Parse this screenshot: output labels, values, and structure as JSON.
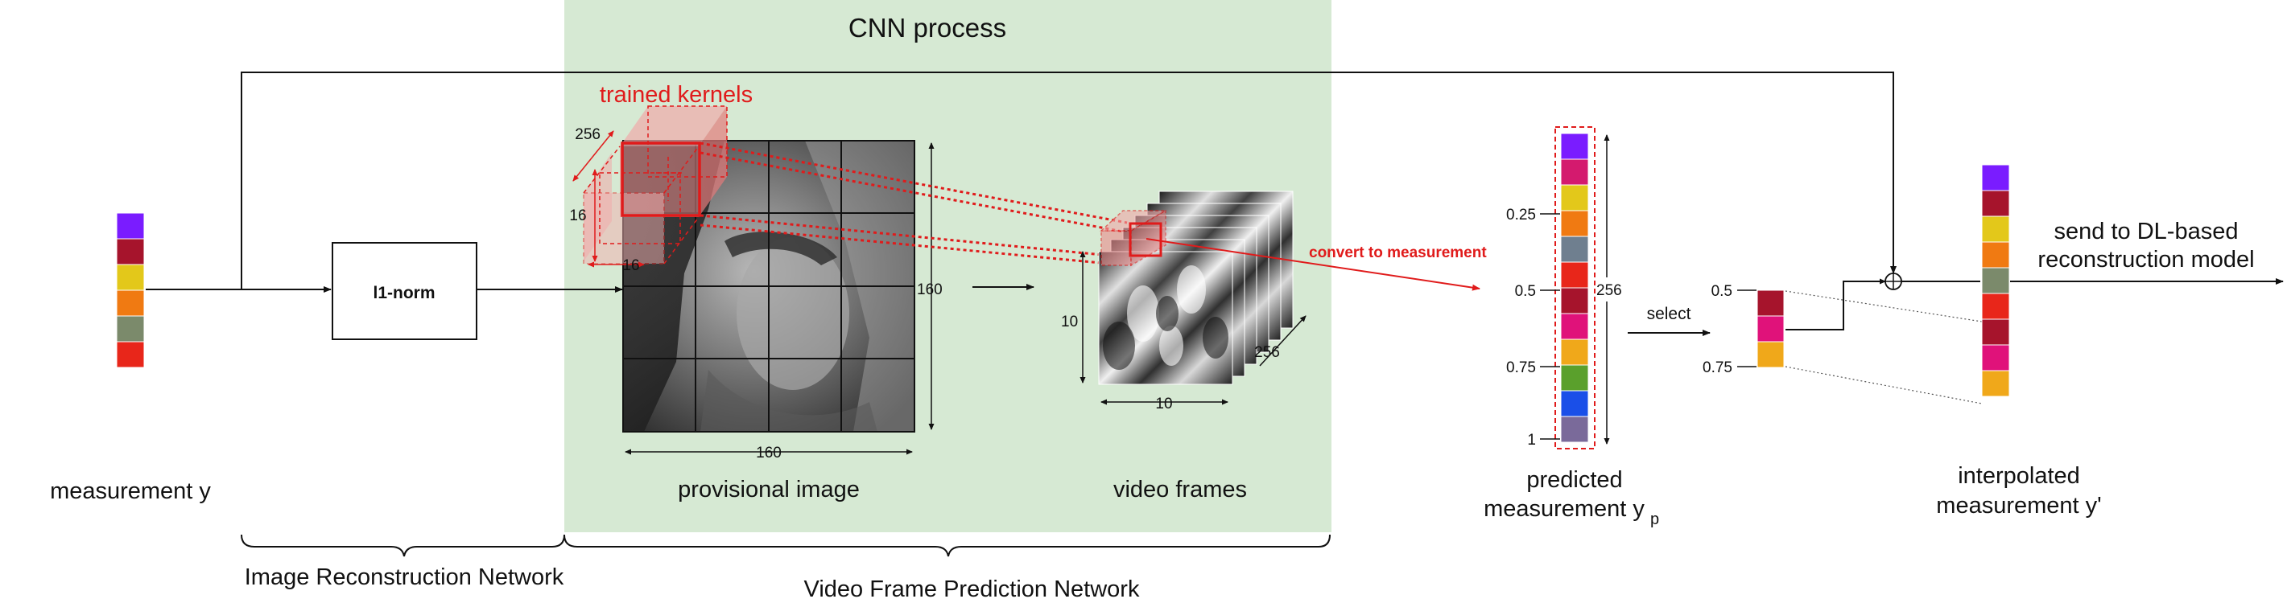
{
  "cnn_panel": {
    "title": "CNN process",
    "bg": "#d6e9d3"
  },
  "measurement": {
    "label": "measurement y",
    "colors": [
      "#7a1cff",
      "#a6142c",
      "#e3c81a",
      "#f07a12",
      "#7b8a6b",
      "#e8261a"
    ]
  },
  "l1norm": {
    "label": "l1-norm"
  },
  "provisional": {
    "label": "provisional image",
    "dim_right": "160",
    "dim_bottom": "160"
  },
  "kernels": {
    "label": "trained kernels",
    "dim_256": "256",
    "dim_16a": "16",
    "dim_16b": "16"
  },
  "video": {
    "label": "video frames",
    "dim_left": "10",
    "dim_bottom": "10",
    "dim_depth": "256"
  },
  "convert": {
    "label": "convert to measurement"
  },
  "predicted": {
    "label_line1": "predicted",
    "label_line2": "measurement y",
    "label_sub": "p",
    "dim": "256",
    "ticks": [
      "0.25",
      "0.5",
      "0.75",
      "1"
    ],
    "colors": [
      "#7a1cff",
      "#d41a6e",
      "#e3c81a",
      "#f07a12",
      "#6f7f8f",
      "#e8261a",
      "#a6142c",
      "#e0127a",
      "#f0a81a",
      "#5aa02c",
      "#1a4fe8",
      "#7a6a9a"
    ]
  },
  "select": {
    "label": "select"
  },
  "selected": {
    "ticks": [
      "0.5",
      "0.75"
    ],
    "colors": [
      "#a6142c",
      "#e0127a",
      "#f0a81a"
    ]
  },
  "interpolated": {
    "label_line1": "interpolated",
    "label_line2": "measurement y'",
    "colors": [
      "#7a1cff",
      "#a6142c",
      "#e3c81a",
      "#f07a12",
      "#7b8a6b",
      "#e8261a",
      "#a6142c",
      "#e0127a",
      "#f0a81a"
    ]
  },
  "output": {
    "line1": "send to DL-based",
    "line2": "reconstruction model"
  },
  "braces": {
    "left": "Image Reconstruction Network",
    "right": "Video Frame Prediction Network"
  }
}
